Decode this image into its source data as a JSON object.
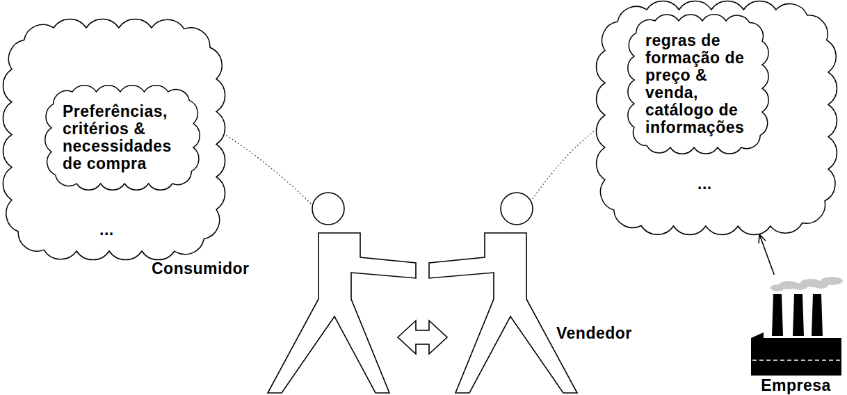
{
  "diagram": {
    "nodes": [
      {
        "text": [
          "Preferências, critérios & necessidades de compra",
          "..."
        ]
      },
      {
        "text": [
          "regras de formação de preço & venda, catálogo de informações",
          "..."
        ]
      },
      {
        "text": [
          "Empresa"
        ]
      }
    ],
    "edges": [
      {
        "from": 2,
        "to": 1,
        "arrow": "to"
      }
    ],
    "labels": [
      "Consumidor",
      "Vendedor"
    ]
  }
}
